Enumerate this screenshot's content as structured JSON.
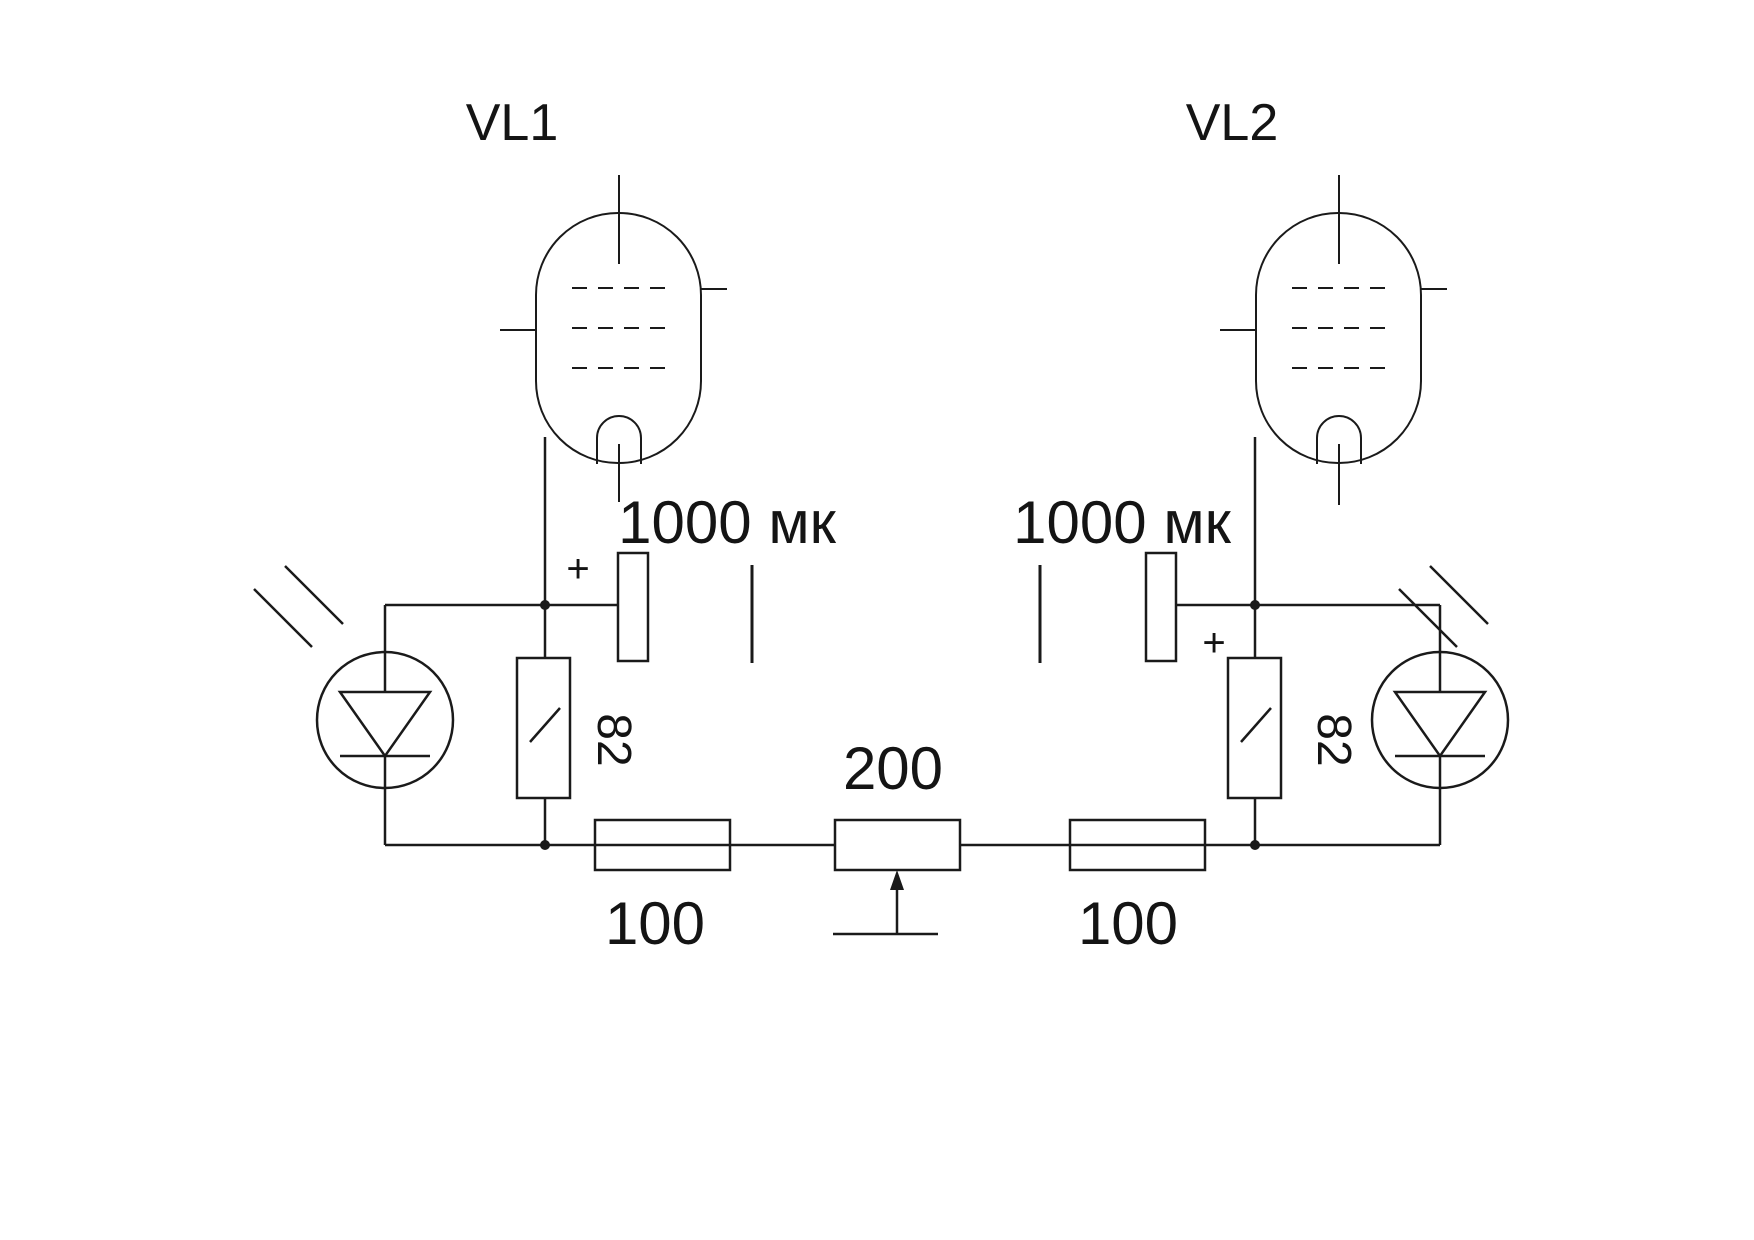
{
  "diagram": {
    "background": "#ffffff",
    "stroke_color": "#1a1a1a",
    "components": {
      "tube_left": {
        "label": "VL1"
      },
      "tube_right": {
        "label": "VL2"
      },
      "cap_left": {
        "value": "1000 мк",
        "polarity_mark": "+"
      },
      "cap_right": {
        "value": "1000 мк",
        "polarity_mark": "+"
      },
      "resistor_cathode_left": {
        "value": "82"
      },
      "resistor_cathode_right": {
        "value": "82"
      },
      "resistor_bottom_left": {
        "value": "100"
      },
      "resistor_bottom_right": {
        "value": "100"
      },
      "potentiometer": {
        "value": "200"
      }
    }
  }
}
